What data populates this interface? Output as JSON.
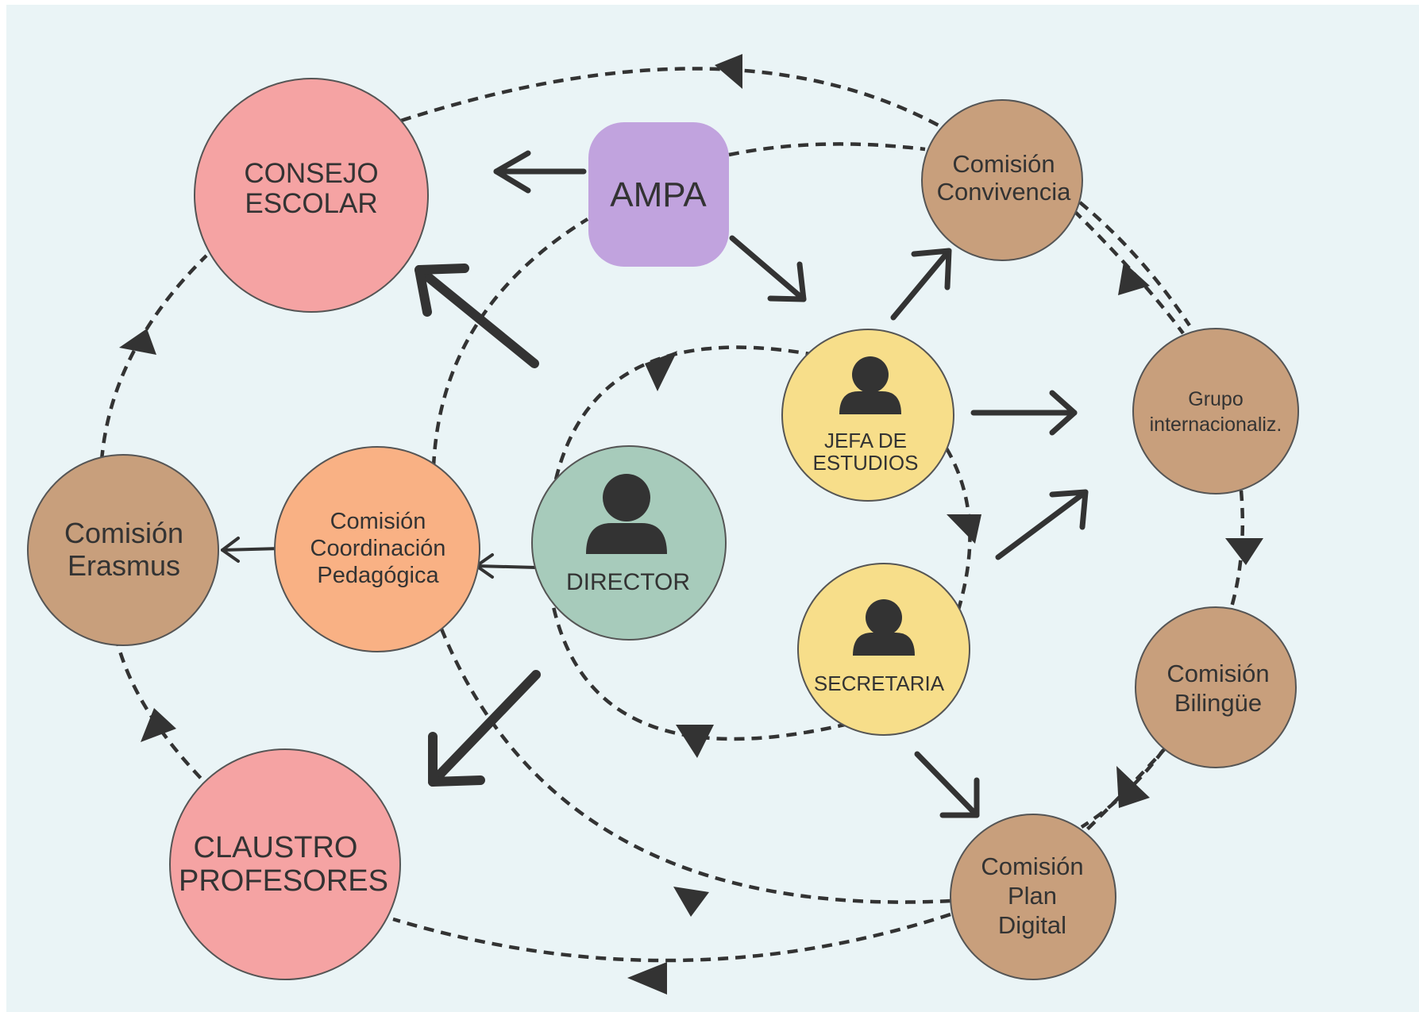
{
  "colors": {
    "background": "#eaf4f6",
    "consejo_claustro": "#f5a3a3",
    "ampa": "#c1a3de",
    "comisiones": "#c89f7c",
    "coordinacion": "#f9b184",
    "director": "#a7cbbb",
    "jefa_secretaria": "#f7de8a",
    "ink": "#333333"
  },
  "nodes": {
    "consejo": {
      "line1": "CONSEJO",
      "line2": "ESCOLAR"
    },
    "ampa": {
      "label": "AMPA"
    },
    "convivencia": {
      "line1": "Comisión",
      "line2": "Convivencia"
    },
    "grupo": {
      "line1": "Grupo",
      "line2": "internacionaliz."
    },
    "bilingue": {
      "line1": "Comisión",
      "line2": "Bilingüe"
    },
    "plan_digital": {
      "line1": "Comisión",
      "line2": "Plan",
      "line3": "Digital"
    },
    "claustro": {
      "line1": "CLAUSTRO",
      "line2": "PROFESORES"
    },
    "erasmus": {
      "line1": "Comisión",
      "line2": "Erasmus"
    },
    "coordinacion": {
      "line1": "Comisión",
      "line2": "Coordinación",
      "line3": "Pedagógica"
    },
    "director": {
      "label": "DIRECTOR",
      "icon": "person-icon"
    },
    "jefa": {
      "line1": "JEFA DE",
      "line2": "ESTUDIOS",
      "icon": "person-icon"
    },
    "secretaria": {
      "label": "SECRETARIA",
      "icon": "person-icon"
    }
  }
}
